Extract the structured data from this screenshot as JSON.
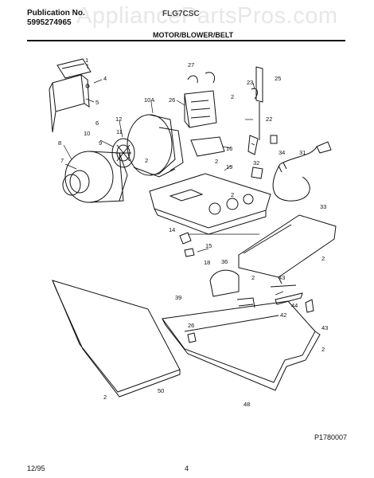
{
  "header": {
    "publication_label": "Publication No.",
    "publication_number": "5995274965",
    "model": "FLG7CSC",
    "section_title": "MOTOR/BLOWER/BELT"
  },
  "watermark": "AppliancePartsPros.com",
  "diagram_code": "P1780007",
  "footer": {
    "date": "12/95",
    "page": "4"
  },
  "callouts": [
    "1",
    "4",
    "5",
    "6",
    "7",
    "8",
    "9",
    "10",
    "10A",
    "11",
    "12",
    "2",
    "2",
    "2",
    "2",
    "2",
    "2",
    "2",
    "2",
    "14",
    "15",
    "18",
    "16",
    "19",
    "22",
    "23",
    "25",
    "26",
    "26",
    "27",
    "31",
    "32",
    "33",
    "34",
    "36",
    "39",
    "42",
    "43",
    "43",
    "44",
    "48",
    "50"
  ]
}
